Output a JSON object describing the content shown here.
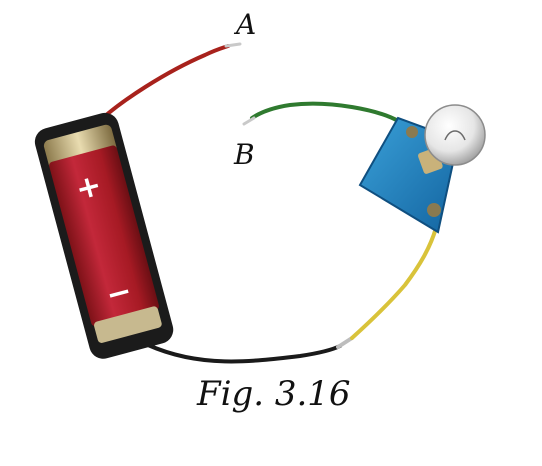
{
  "labels": {
    "a": "A",
    "b": "B"
  },
  "caption": "Fig. 3.16",
  "battery": {
    "plus": "+",
    "minus": "−"
  },
  "colors": {
    "red_wire": "#a8221c",
    "green_wire": "#2f7a2f",
    "yellow_wire": "#d9c33a",
    "black_wire": "#1a1a1a",
    "battery_body": "#b3202a",
    "holder": "#1c78b4"
  }
}
